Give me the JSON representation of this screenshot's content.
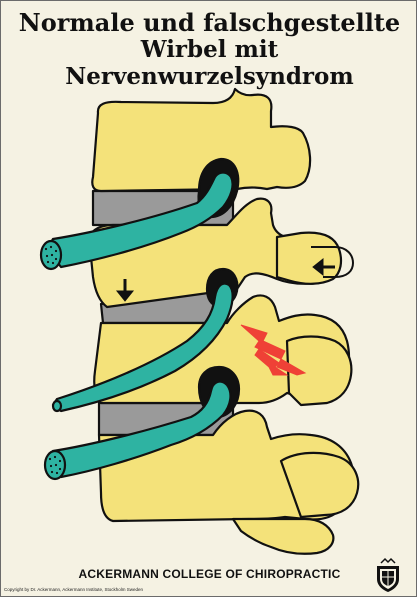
{
  "title": {
    "line1": "Normale und falschgestellte",
    "line2": "Wirbel mit Nervenwurzelsyndrom"
  },
  "footer": {
    "college": "ACKERMANN COLLEGE OF CHIROPRACTIC",
    "copyright": "Copyright by Dr. Ackermann, Ackermann Institute, Stockholm Sweden"
  },
  "colors": {
    "background": "#f5f2e3",
    "vertebra": "#f4e27a",
    "disc": "#9a9a9a",
    "nerve": "#2eb3a2",
    "outline": "#111111",
    "pain": "#ef4136"
  },
  "icons": [
    "down-arrow-icon",
    "rotation-arrow-icon",
    "pain-lightning-icon",
    "college-crest-icon"
  ]
}
